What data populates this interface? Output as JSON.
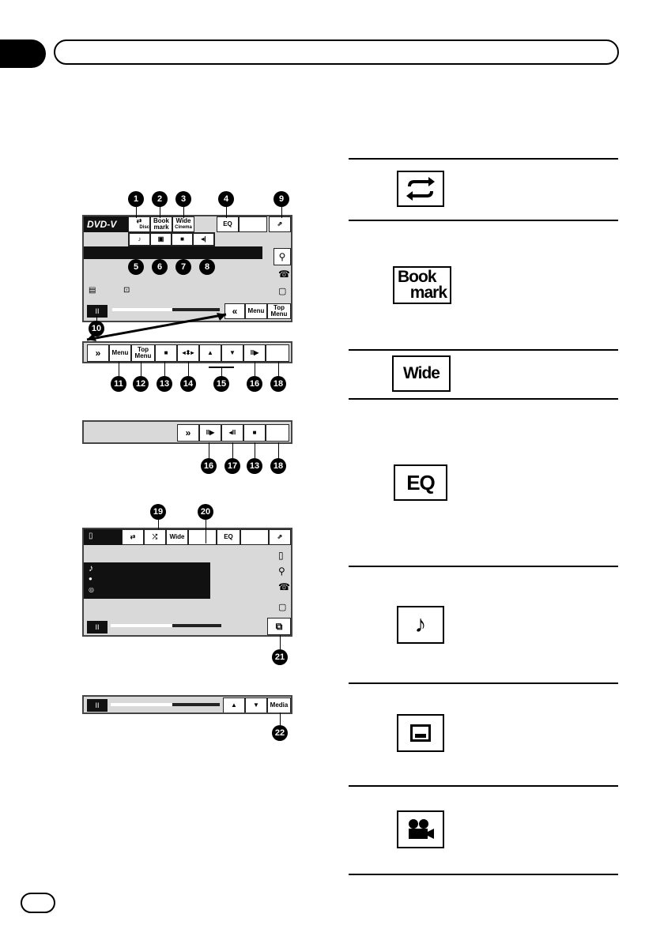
{
  "header": {},
  "dvd_screen": {
    "logo": "DVD-V",
    "buttons": {
      "repeat_sub": "Disc",
      "bookmark": "Book mark",
      "wide": "Wide",
      "wide_sub": "Cinema",
      "eq": "EQ",
      "menu": "Menu",
      "top_menu": "Top Menu"
    }
  },
  "dvd_controls": {
    "menu": "Menu",
    "top_menu": "Top Menu",
    "skip_left": "»",
    "play_step": "II▶",
    "stop": "■",
    "up": "▲",
    "down": "▼",
    "dpad": "◂⬍▸"
  },
  "dvd_controls2": {
    "skip": "»",
    "step_fwd": "II▶",
    "step_back": "◂II",
    "stop": "■"
  },
  "ipod_screen": {
    "buttons": {
      "wide": "Wide",
      "eq": "EQ"
    }
  },
  "ipod_bar": {
    "media": "Media",
    "up": "▲",
    "down": "▼"
  },
  "callouts": [
    "1",
    "2",
    "3",
    "4",
    "5",
    "6",
    "7",
    "8",
    "9",
    "10",
    "11",
    "12",
    "13",
    "14",
    "15",
    "16",
    "18",
    "16",
    "17",
    "13",
    "18",
    "19",
    "20",
    "21",
    "22"
  ],
  "table": {
    "bookmark_line1": "Book",
    "bookmark_line2": "mark",
    "wide": "Wide",
    "eq": "EQ"
  }
}
